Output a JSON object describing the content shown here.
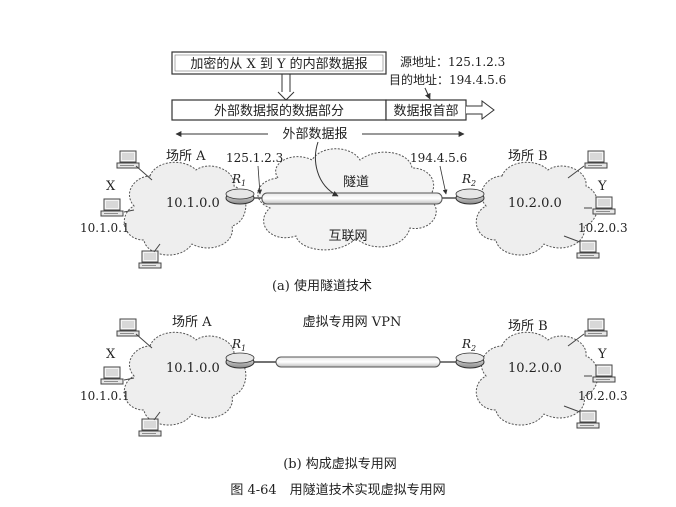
{
  "panel_a": {
    "packet": {
      "inner_datagram": "加密的从 X 到 Y 的内部数据报",
      "outer_data_part": "外部数据报的数据部分",
      "outer_header": "数据报首部",
      "source_address": "源地址：125.1.2.3",
      "dest_address": "目的地址：194.4.5.6",
      "outer_datagram": "外部数据报"
    },
    "site_a": {
      "name": "场所 A",
      "network": "10.1.0.0",
      "host_label": "X",
      "host_address": "10.1.0.1",
      "router": "R",
      "router_sub": "1",
      "router_address": "125.1.2.3"
    },
    "site_b": {
      "name": "场所 B",
      "network": "10.2.0.0",
      "host_label": "Y",
      "host_address": "10.2.0.3",
      "router": "R",
      "router_sub": "2",
      "router_address": "194.4.5.6"
    },
    "tunnel": "隧道",
    "internet": "互联网",
    "caption": "(a) 使用隧道技术"
  },
  "panel_b": {
    "vpn_label": "虚拟专用网 VPN",
    "site_a": {
      "name": "场所 A",
      "network": "10.1.0.0",
      "host_label": "X",
      "host_address": "10.1.0.1",
      "router": "R",
      "router_sub": "1"
    },
    "site_b": {
      "name": "场所 B",
      "network": "10.2.0.0",
      "host_label": "Y",
      "host_address": "10.2.0.3",
      "router": "R",
      "router_sub": "2"
    },
    "caption": "(b) 构成虚拟专用网"
  },
  "figure_caption": "图 4-64　用隧道技术实现虚拟专用网"
}
